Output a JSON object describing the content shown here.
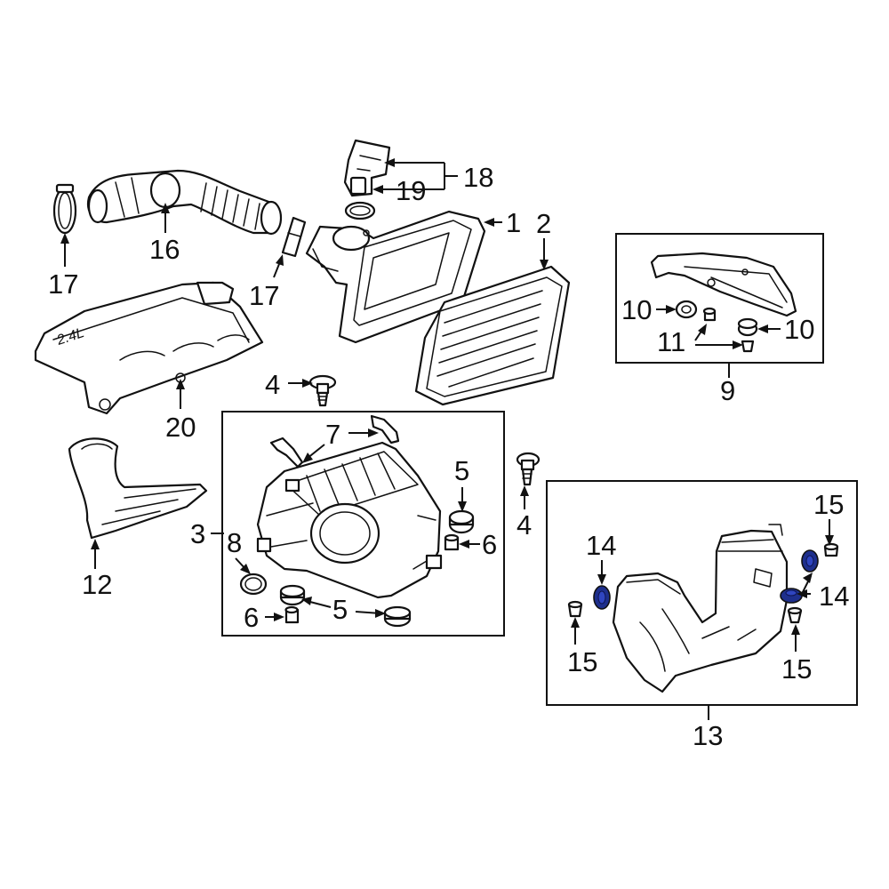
{
  "diagram": {
    "type": "exploded parts diagram",
    "highlight_color": "#1e2f8c",
    "engine_cover_marking": "2.4L",
    "callouts": {
      "c1": "1",
      "c2": "2",
      "c3": "3",
      "c4a": "4",
      "c4b": "4",
      "c5a": "5",
      "c5b": "5",
      "c6a": "6",
      "c6b": "6",
      "c7": "7",
      "c8": "8",
      "c9": "9",
      "c10a": "10",
      "c10b": "10",
      "c11": "11",
      "c12": "12",
      "c13": "13",
      "c14a": "14",
      "c14b": "14",
      "c15a": "15",
      "c15b": "15",
      "c15c": "15",
      "c16": "16",
      "c17a": "17",
      "c17b": "17",
      "c18": "18",
      "c19": "19",
      "c20": "20"
    }
  }
}
